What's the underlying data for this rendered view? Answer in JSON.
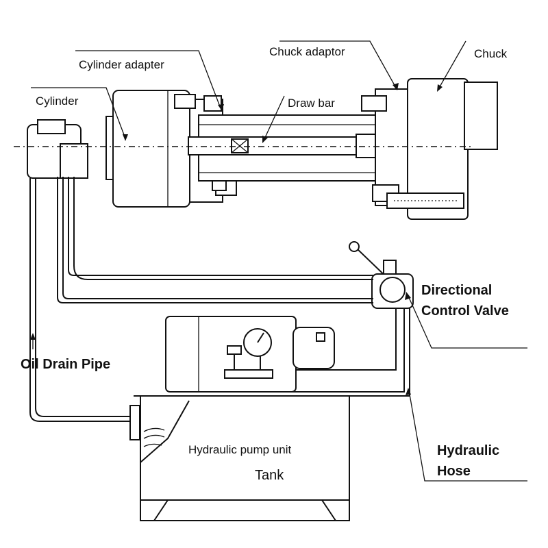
{
  "labels": {
    "cylinder": "Cylinder",
    "cylinder_adapter": "Cylinder adapter",
    "chuck_adaptor": "Chuck adaptor",
    "chuck": "Chuck",
    "draw_bar": "Draw bar",
    "directional_valve_1": "Directional",
    "directional_valve_2": "Control Valve",
    "oil_drain_pipe": "Oil Drain Pipe",
    "hydraulic_pump_unit": "Hydraulic pump unit",
    "tank": "Tank",
    "hydraulic_hose_1": "Hydraulic",
    "hydraulic_hose_2": "Hose"
  }
}
